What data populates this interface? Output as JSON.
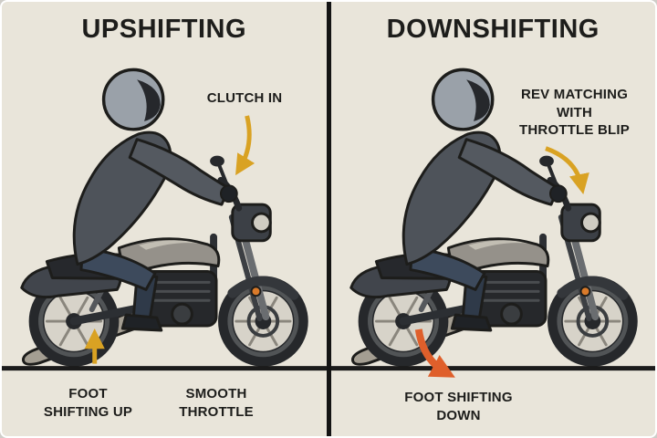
{
  "panels": {
    "left": {
      "title": "UPSHIFTING",
      "labels": {
        "clutch": "CLUTCH IN",
        "foot": "FOOT\nSHIFTING UP",
        "throttle": "SMOOTH\nTHROTTLE"
      }
    },
    "right": {
      "title": "DOWNSHIFTING",
      "labels": {
        "rev": "REV MATCHING\nWITH\nTHROTTLE BLIP",
        "foot": "FOOT SHIFTING\nDOWN"
      }
    }
  },
  "icons": {
    "clutch_arrow": "curved-down-arrow",
    "foot_up_arrow": "up-arrow",
    "rev_match_arrow": "curved-down-arrow",
    "foot_down_arrow": "curved-down-right-arrow"
  },
  "colors": {
    "background": "#e9e5da",
    "ink": "#1d1d1b",
    "arrow_yellow": "#d9a223",
    "arrow_orange": "#df5f2b",
    "divider": "#141414"
  }
}
